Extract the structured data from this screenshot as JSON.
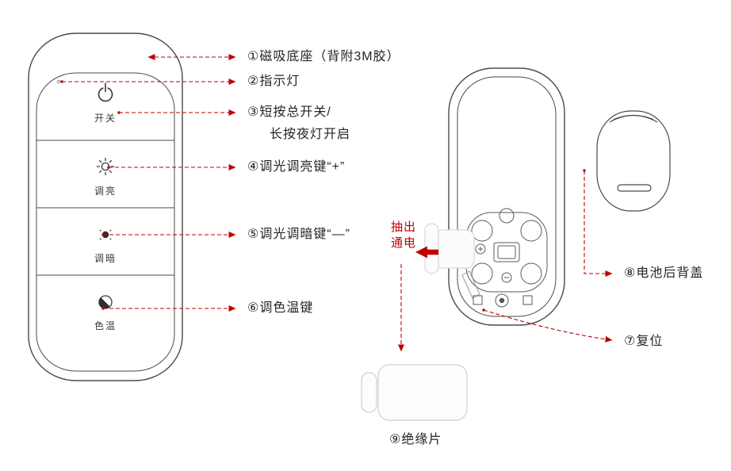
{
  "colors": {
    "accent_red": "#c00000",
    "line": "#4a4a4a",
    "text": "#252525"
  },
  "front_remote": {
    "buttons": [
      {
        "icon": "power-icon",
        "label": "开关"
      },
      {
        "icon": "brightness-up-icon",
        "label": "调亮"
      },
      {
        "icon": "brightness-down-icon",
        "label": "调暗"
      },
      {
        "icon": "color-temp-icon",
        "label": "色温"
      }
    ]
  },
  "callouts": {
    "c1": "①磁吸底座（背附3M胶）",
    "c2": "②指示灯",
    "c3_line1": "③短按总开关/",
    "c3_line2": "长按夜灯开启",
    "c4": "④调光调亮键“+”",
    "c5": "⑤调光调暗键“—”",
    "c6": "⑥调色温键",
    "c7": "⑦复位",
    "c8": "⑧电池后背盖",
    "c9": "⑨绝缘片"
  },
  "pull_note": {
    "line1": "抽出",
    "line2": "通电"
  }
}
